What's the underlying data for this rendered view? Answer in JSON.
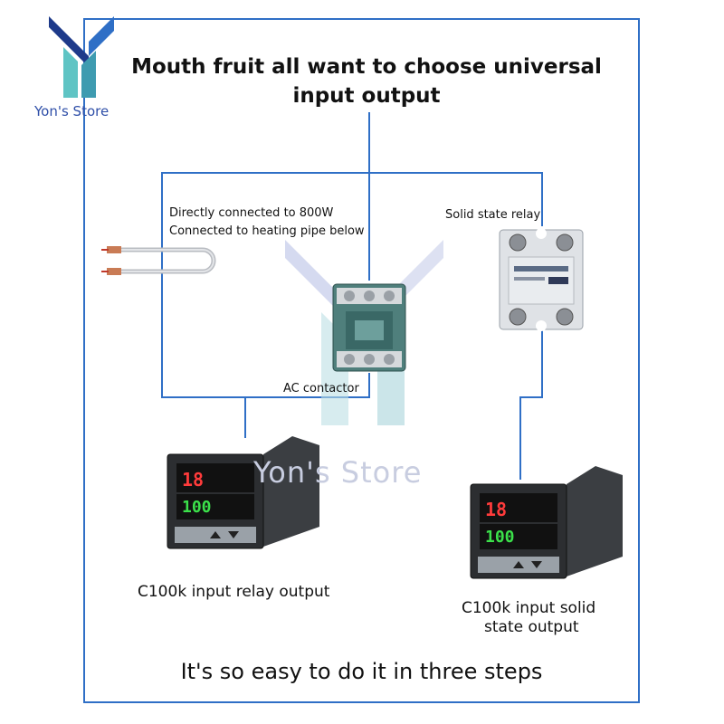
{
  "brand": {
    "name": "Yon's Store",
    "colors": {
      "primary": "#2f6fc6",
      "logo_dark": "#1e3a8a",
      "logo_teal": "#5fc4c4"
    }
  },
  "title": "Mouth fruit all want to choose universal input output",
  "heater": {
    "line1": "Directly connected to 800W",
    "line2": "Connected to heating pipe below"
  },
  "ssr": {
    "label": "Solid state relay"
  },
  "contactor": {
    "label": "AC contactor"
  },
  "controller_left": {
    "caption": "C100k input relay output",
    "pv": "18",
    "sv": "100"
  },
  "controller_right": {
    "caption_line1": "C100k input solid",
    "caption_line2": "state output",
    "pv": "18",
    "sv": "100"
  },
  "footer": "It's so easy to do it in three steps",
  "watermark": "Yon's Store"
}
